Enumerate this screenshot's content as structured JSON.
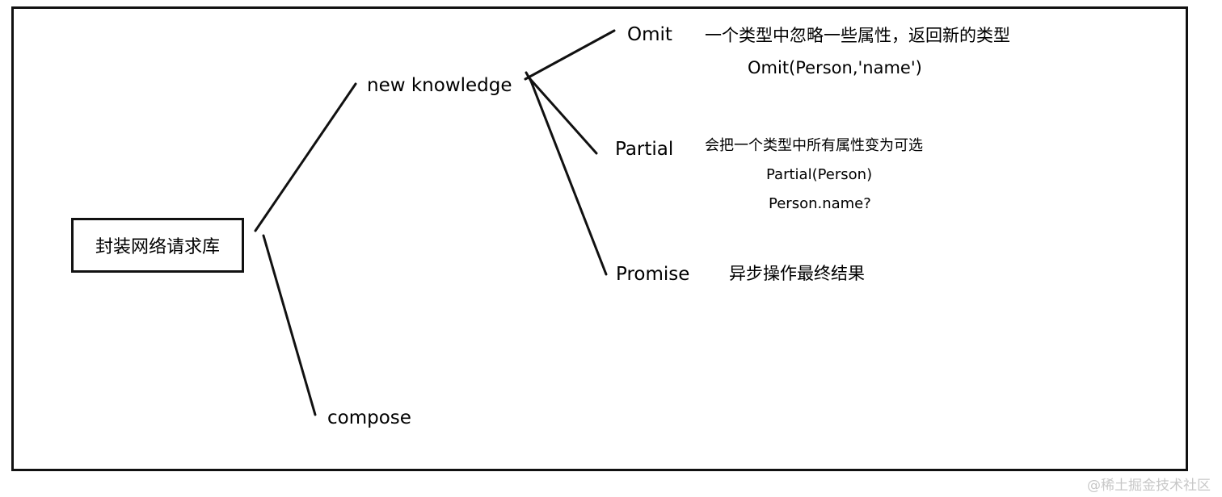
{
  "root": {
    "label": "封装网络请求库"
  },
  "branches": {
    "new_knowledge": {
      "label": "new knowledge"
    },
    "compose": {
      "label": "compose"
    }
  },
  "leaves": {
    "omit": {
      "label": "Omit",
      "description": "一个类型中忽略一些属性，返回新的类型",
      "example": "Omit(Person,'name')"
    },
    "partial": {
      "label": "Partial",
      "description": "会把一个类型中所有属性变为可选",
      "example1": "Partial(Person)",
      "example2": "Person.name?"
    },
    "promise": {
      "label": "Promise",
      "description": "异步操作最终结果"
    }
  },
  "watermark": "@稀土掘金技术社区"
}
